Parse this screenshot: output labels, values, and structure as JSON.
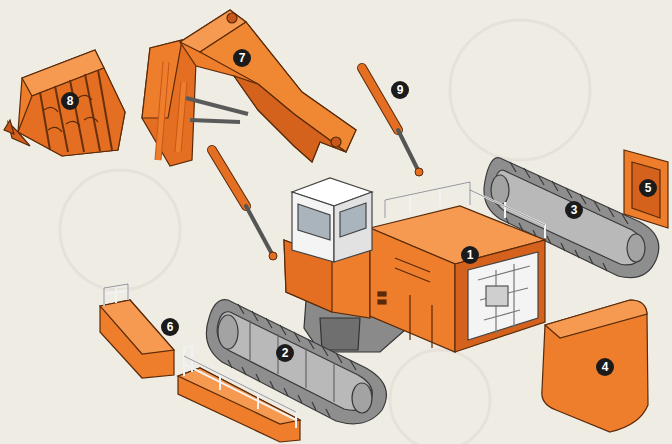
{
  "diagram": {
    "labels": [
      "7",
      "9",
      "8",
      "5",
      "3",
      "1",
      "6",
      "2",
      "4"
    ]
  }
}
